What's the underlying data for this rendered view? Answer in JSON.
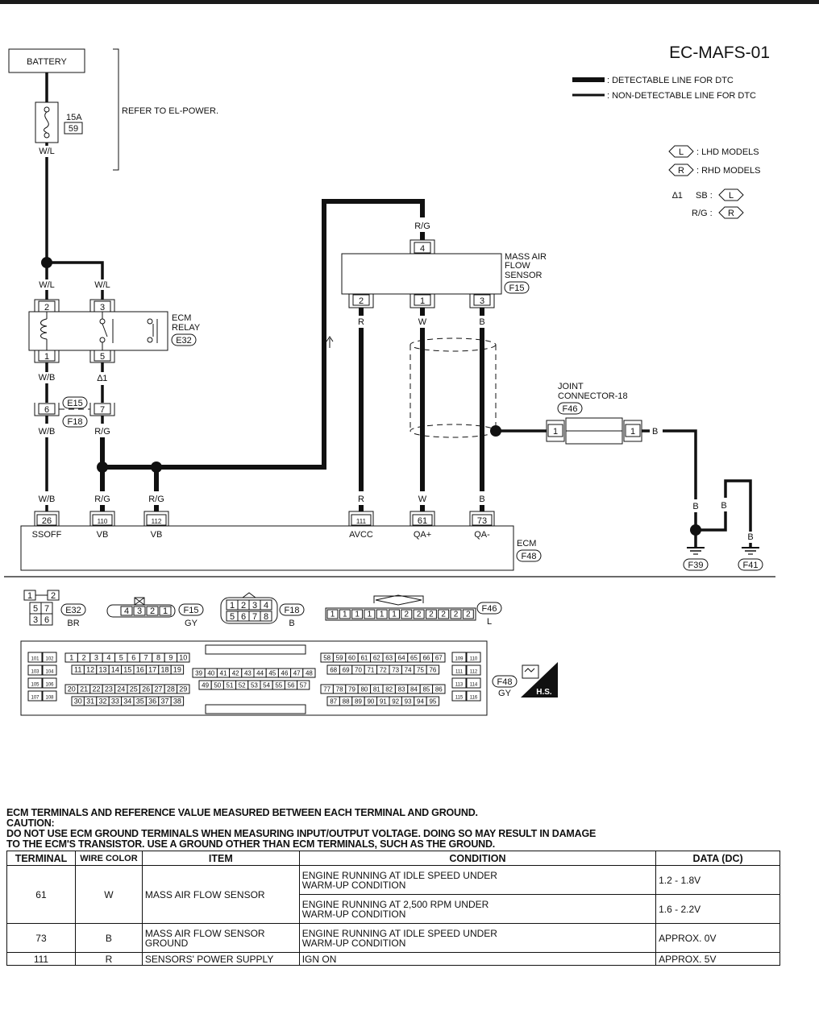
{
  "diagram_id": "EC-MAFS-01",
  "legend": {
    "detectable": ": DETECTABLE LINE FOR DTC",
    "non_detectable": ": NON-DETECTABLE LINE FOR DTC",
    "lhd_tag": "L",
    "lhd": ": LHD MODELS",
    "rhd_tag": "R",
    "rhd": ": RHD MODELS",
    "star_note": "∆1",
    "sb_label": "SB :",
    "sb_tag": "L",
    "rg_label": "R/G :",
    "rg_tag": "R"
  },
  "battery": "BATTERY",
  "refer": "REFER TO EL-POWER.",
  "fuse": {
    "rating": "15A",
    "number": "59",
    "wire": "W/L"
  },
  "relay": {
    "name_line1": "ECM",
    "name_line2": "RELAY",
    "connector": "E32",
    "pin_2": "2",
    "pin_3": "3",
    "pin_1": "1",
    "pin_5": "5",
    "wire_in_left": "W/L",
    "wire_in_right": "W/L",
    "wire_out_left": "W/B",
    "wire_out_right": "∆1"
  },
  "inline": {
    "pin_6": "6",
    "pin_7": "7",
    "conn_top": "E15",
    "conn_bottom": "F18",
    "wire_left": "W/B",
    "wire_right": "R/G"
  },
  "maf": {
    "name_line1": "MASS AIR",
    "name_line2": "FLOW",
    "name_line3": "SENSOR",
    "connector": "F15",
    "pin_top": "4",
    "wire_top": "R/G",
    "pin_2": "2",
    "pin_1": "1",
    "pin_3": "3",
    "wire_2": "R",
    "wire_1": "W",
    "wire_3": "B"
  },
  "joint": {
    "name_line1": "JOINT",
    "name_line2": "CONNECTOR-18",
    "connector": "F46",
    "pin_left": "1",
    "pin_right": "1",
    "wire": "B"
  },
  "ecm": {
    "name": "ECM",
    "connector": "F48",
    "pins": [
      {
        "num": "26",
        "label": "SSOFF",
        "wire": "W/B"
      },
      {
        "num": "110",
        "label": "VB",
        "wire": "R/G"
      },
      {
        "num": "112",
        "label": "VB",
        "wire": "R/G"
      },
      {
        "num": "111",
        "label": "AVCC",
        "wire": "R"
      },
      {
        "num": "61",
        "label": "QA+",
        "wire": "W"
      },
      {
        "num": "73",
        "label": "QA-",
        "wire": "B"
      }
    ]
  },
  "grounds": {
    "f39": "F39",
    "f41": "F41",
    "wire_1": "B",
    "wire_2": "B",
    "wire_3": "B"
  },
  "connector_views": {
    "e32": {
      "id": "E32",
      "color": "BR",
      "pins": [
        "1",
        "2",
        "5",
        "7",
        "3",
        "6"
      ]
    },
    "f15": {
      "id": "F15",
      "color": "GY",
      "pins": [
        "4",
        "3",
        "2",
        "1"
      ]
    },
    "f18": {
      "id": "F18",
      "color": "B",
      "pins": [
        "1",
        "2",
        "3",
        "4",
        "5",
        "6",
        "7",
        "8"
      ]
    },
    "f46": {
      "id": "F46",
      "color": "L",
      "pins": [
        "1",
        "1",
        "1",
        "1",
        "1",
        "1",
        "2",
        "2",
        "2",
        "2",
        "2",
        "2"
      ]
    },
    "f48": {
      "id": "F48",
      "color": "GY",
      "hs": "H.S."
    }
  },
  "reference": {
    "heading": "ECM TERMINALS AND REFERENCE VALUE MEASURED BETWEEN EACH TERMINAL AND GROUND.",
    "caution_title": "CAUTION:",
    "caution_line1": "DO NOT USE ECM GROUND TERMINALS WHEN MEASURING INPUT/OUTPUT VOLTAGE. DOING SO MAY RESULT IN DAMAGE",
    "caution_line2": "TO THE ECM'S TRANSISTOR. USE A GROUND OTHER THAN ECM TERMINALS, SUCH AS THE GROUND.",
    "columns": [
      "TERMINAL",
      "WIRE COLOR",
      "ITEM",
      "CONDITION",
      "DATA (DC)"
    ],
    "rows": [
      {
        "terminal": "61",
        "wire": "W",
        "item": "MASS AIR FLOW SENSOR",
        "cond1": "ENGINE RUNNING AT IDLE SPEED UNDER",
        "cond1b": "WARM-UP CONDITION",
        "data1": "1.2 - 1.8V",
        "cond2": "ENGINE RUNNING AT 2,500 RPM UNDER",
        "cond2b": "WARM-UP CONDITION",
        "data2": "1.6 - 2.2V"
      },
      {
        "terminal": "73",
        "wire": "B",
        "item": "MASS AIR FLOW SENSOR",
        "item_b": "GROUND",
        "cond1": "ENGINE RUNNING AT IDLE SPEED UNDER",
        "cond1b": "WARM-UP CONDITION",
        "data1": "APPROX. 0V"
      },
      {
        "terminal": "111",
        "wire": "R",
        "item": "SENSORS' POWER SUPPLY",
        "cond1": "IGN ON",
        "data1": "APPROX. 5V"
      }
    ]
  }
}
